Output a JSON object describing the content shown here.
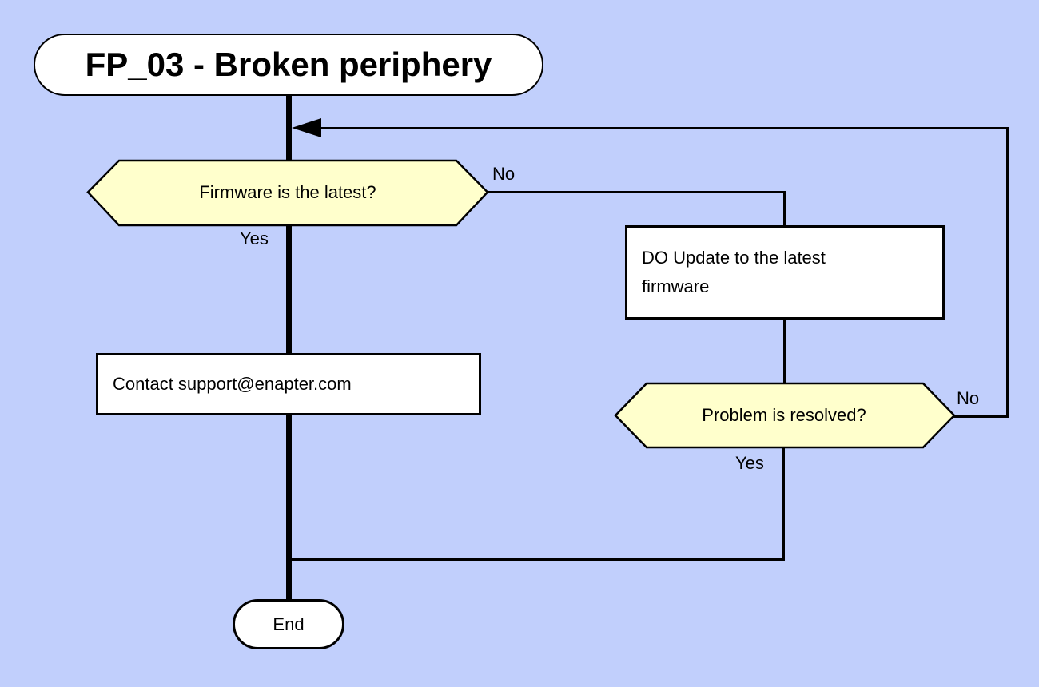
{
  "diagram": {
    "title": "FP_03 - Broken periphery",
    "nodes": {
      "start": {
        "label": "FP_03 - Broken periphery",
        "type": "terminator"
      },
      "decision_firmware": {
        "label": "Firmware is the latest?",
        "type": "decision"
      },
      "process_update": {
        "label": "DO Update to the latest firmware",
        "type": "process"
      },
      "decision_resolved": {
        "label": "Problem is resolved?",
        "type": "decision"
      },
      "process_contact": {
        "label": "Contact support@enapter.com",
        "type": "process"
      },
      "end": {
        "label": "End",
        "type": "terminator"
      }
    },
    "edge_labels": {
      "firmware_no": "No",
      "firmware_yes": "Yes",
      "resolved_no": "No",
      "resolved_yes": "Yes"
    },
    "colors": {
      "background": "#c1cffc",
      "decision_fill": "#ffffcc",
      "process_fill": "#ffffff",
      "line": "#000000"
    }
  }
}
